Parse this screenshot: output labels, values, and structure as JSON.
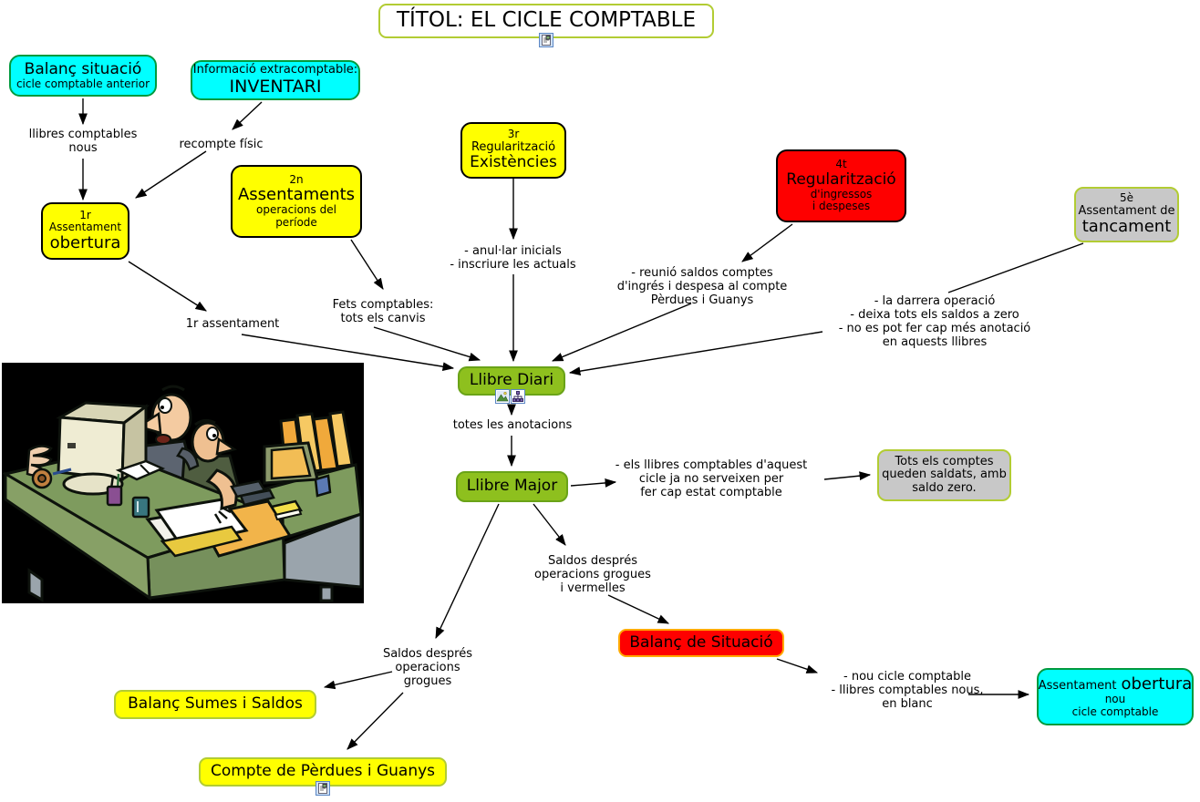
{
  "title": {
    "text": "TÍTOL: EL CICLE COMPTABLE"
  },
  "nodes": {
    "balanc_situacio": {
      "title": "Balanç situació",
      "subtitle": "cicle comptable anterior"
    },
    "inventari": {
      "subtitle": "Informació extracomptable:",
      "title": "INVENTARI"
    },
    "pas1": {
      "num": "1r",
      "mid": "Assentament",
      "title": "obertura"
    },
    "pas2": {
      "num": "2n",
      "title": "Assentaments",
      "sub": "operacions del\nperíode"
    },
    "pas3": {
      "num": "3r",
      "mid": "Regularització",
      "title": "Existències"
    },
    "pas4": {
      "num": "4t",
      "title": "Regularització",
      "sub": "d'ingressos\ni despeses"
    },
    "pas5": {
      "num": "5è",
      "mid": "Assentament de",
      "title": "tancament"
    },
    "llibre_diari": {
      "title": "Llibre Diari"
    },
    "llibre_major": {
      "title": "Llibre Major"
    },
    "tots_comptes": {
      "text": "Tots els comptes\nqueden saldats, amb\nsaldo zero."
    },
    "balanc_de_situacio": {
      "title": "Balanç de Situació"
    },
    "balanc_sumes": {
      "title": "Balanç Sumes i Saldos"
    },
    "perdues_guanys": {
      "title": "Compte de Pèrdues i Guanys"
    },
    "nou_assentament": {
      "pre": "Assentament",
      "title": "obertura",
      "sub": "nou\ncicle comptable"
    }
  },
  "labels": {
    "llibres_nous": "llibres comptables\nnous",
    "recompte_fisic": "recompte físic",
    "primer_assentament": "1r assentament",
    "fets_comptables": "Fets comptables:\ntots els canvis",
    "regularitzacio_existencies": "- anul·lar inicials\n- inscriure les actuals",
    "reunio_saldos": "- reunió saldos comptes\nd'ingrés i despesa al compte\nPèrdues i Guanys",
    "darrera_operacio": "- la darrera operació\n- deixa tots els saldos a zero\n- no es pot fer cap més anotació\nen aquests llibres",
    "totes_anotacions": "totes les anotacions",
    "llibres_no_serveixen": "- els llibres comptables d'aquest\ncicle ja no serveixen per\nfer cap estat comptable",
    "saldos_grogues_vermelles": "Saldos després\noperacions grogues\ni vermelles",
    "saldos_grogues": "Saldos després\noperacions\ngrogues",
    "nou_cicle": "- nou cicle comptable\n- llibres comptables nous,\nen blanc"
  },
  "icons": {
    "title_resource": "document-resource-icon",
    "diari_image": "image-resource-icon",
    "diari_sitemap": "sitemap-resource-icon",
    "perdues_resource": "document-resource-icon"
  },
  "colors": {
    "cyan_node": "#00ffff",
    "cyan_border": "#009a3e",
    "yellow_node": "#ffff00",
    "olive_border": "#b2cc33",
    "red_node": "#fe0000",
    "orange_border": "#ffaa00",
    "green_node": "#8ec01e",
    "green_border": "#6aa318",
    "gray_node": "#c8c8c8",
    "connector": "#000000"
  }
}
